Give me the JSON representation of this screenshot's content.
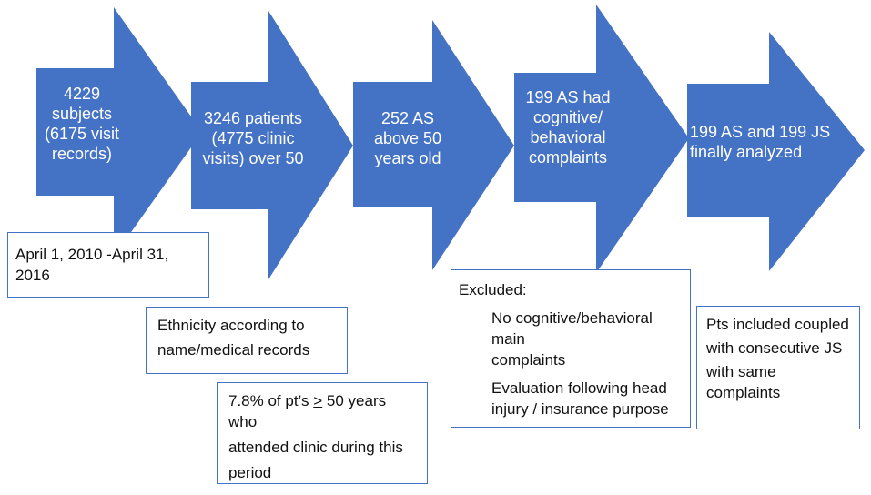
{
  "colors": {
    "arrow_fill": "#4472C4",
    "box_border": "#4472C4",
    "arrow_text": "#ffffff"
  },
  "arrows": [
    {
      "text": "4229 subjects\n(6175 visit\nrecords)"
    },
    {
      "text": "3246 patients\n(4775 clinic\nvisits)  over 50"
    },
    {
      "text": "252 AS\nabove 50\nyears old"
    },
    {
      "text": "199 AS had\ncognitive/\nbehavioral\ncomplaints"
    },
    {
      "text": "199 AS and 199 JS\nfinally analyzed"
    }
  ],
  "boxes": {
    "date_range": "April 1, 2010 -April 31, 2016",
    "ethnicity": {
      "line1": "Ethnicity according to",
      "line2": "name/medical records"
    },
    "percentage": {
      "prefix": "7.8% of pt’s ",
      "symbol": ">",
      "suffix": " 50 years who",
      "line2": "attended clinic during this",
      "line3": "period"
    },
    "excluded": {
      "title": "Excluded:",
      "item1_line1": "No cognitive/behavioral main",
      "item1_line2": "complaints",
      "item2_line1": "Evaluation following head",
      "item2_line2": "injury / insurance purpose"
    },
    "included": {
      "line1": "Pts included coupled",
      "line2": "with consecutive JS",
      "line3": "with same complaints"
    }
  }
}
